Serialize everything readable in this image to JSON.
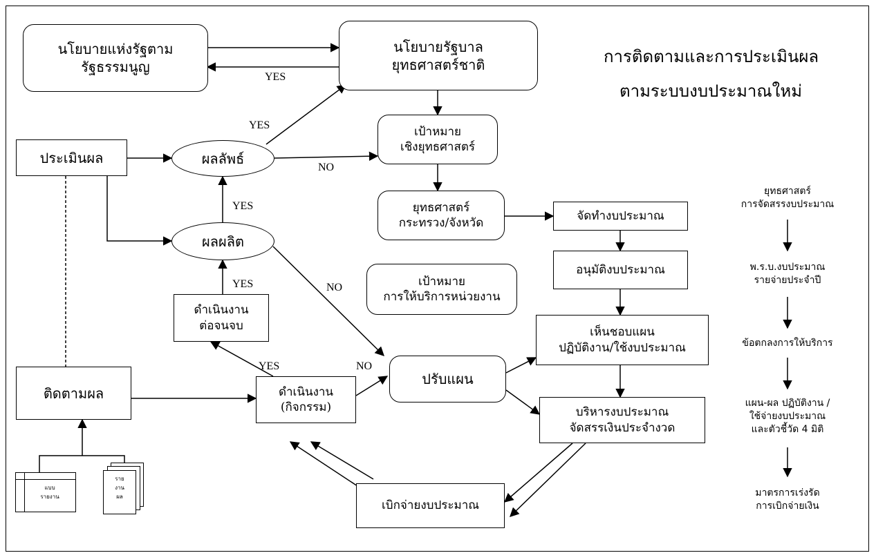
{
  "title": {
    "line1": "การติดตามและการประเมินผล",
    "line2": "ตามระบบงบประมาณใหม่"
  },
  "nodes": {
    "national_policy": "นโยบายแห่งรัฐตาม\nรัฐธรรมนูญ",
    "gov_policy": "นโยบายรัฐบาล\nยุทธศาสตร์ชาติ",
    "strategic_target": "เป้าหมาย\nเชิงยุทธศาสตร์",
    "ministry_strategy": "ยุทธศาสตร์\nกระทรวง/จังหวัด",
    "service_target": "เป้าหมาย\nการให้บริการหน่วยงาน",
    "evaluation": "ประเมินผล",
    "outcome": "ผลลัพธ์",
    "output": "ผลผลิต",
    "continue_work": "ดำเนินงาน\nต่อจนจบ",
    "monitoring": "ติดตามผล",
    "operation": "ดำเนินงาน\n(กิจกรรม)",
    "adjust_plan": "ปรับแผน",
    "budget_prep": "จัดทำงบประมาณ",
    "budget_approve": "อนุมัติงบประมาณ",
    "plan_approve": "เห็นชอบแผน\nปฏิบัติงาน/ใช้งบประมาณ",
    "budget_admin": "บริหารงบประมาณ\nจัดสรรเงินประจำงวด",
    "disbursement": "เบิกจ่ายงบประมาณ"
  },
  "labels": {
    "yes": "YES",
    "no": "NO"
  },
  "documents": {
    "report_form": "แบบ\nรายงาน",
    "reports": "ราย\nงาน\nผล"
  },
  "side_steps": [
    "ยุทธศาสตร์\nการจัดสรรงบประมาณ",
    "พ.ร.บ.งบประมาณ\nรายจ่ายประจำปี",
    "ข้อตกลงการให้บริการ",
    "แผน-ผล ปฏิบัติงาน /\nใช้จ่ายงบประมาณ\nและตัวชี้วัด 4 มิติ",
    "มาตรการเร่งรัด\nการเบิกจ่ายเงิน"
  ],
  "colors": {
    "line": "#000000",
    "background": "#ffffff"
  }
}
